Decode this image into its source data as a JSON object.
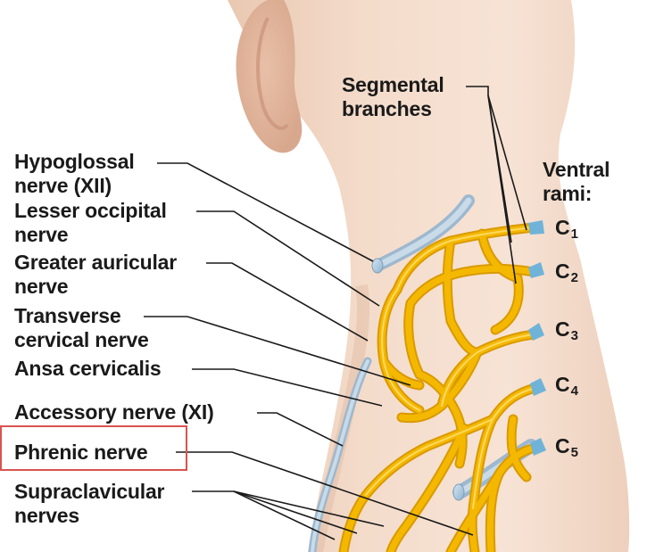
{
  "labels": {
    "segmental": [
      "Segmental",
      "branches"
    ],
    "ventral": [
      "Ventral",
      "rami:"
    ],
    "hypoglossal": [
      "Hypoglossal",
      "nerve (XII)"
    ],
    "lesser_occipital": [
      "Lesser occipital",
      "nerve"
    ],
    "greater_auricular": [
      "Greater auricular",
      "nerve"
    ],
    "transverse_cervical": [
      "Transverse",
      "cervical nerve"
    ],
    "ansa_cervicalis": "Ansa cervicalis",
    "accessory": "Accessory nerve (XI)",
    "phrenic": "Phrenic nerve",
    "supraclavicular": [
      "Supraclavicular",
      "nerves"
    ]
  },
  "rami": [
    {
      "letter": "C",
      "sub": "1"
    },
    {
      "letter": "C",
      "sub": "2"
    },
    {
      "letter": "C",
      "sub": "3"
    },
    {
      "letter": "C",
      "sub": "4"
    },
    {
      "letter": "C",
      "sub": "5"
    }
  ],
  "colors": {
    "nerve": "#f5b800",
    "nerve_dark": "#d99a00",
    "skin": "#f0d6c2",
    "leader": "#1a1a1a",
    "highlight": "#d9534f",
    "cut_end": "#a9c6dc"
  }
}
